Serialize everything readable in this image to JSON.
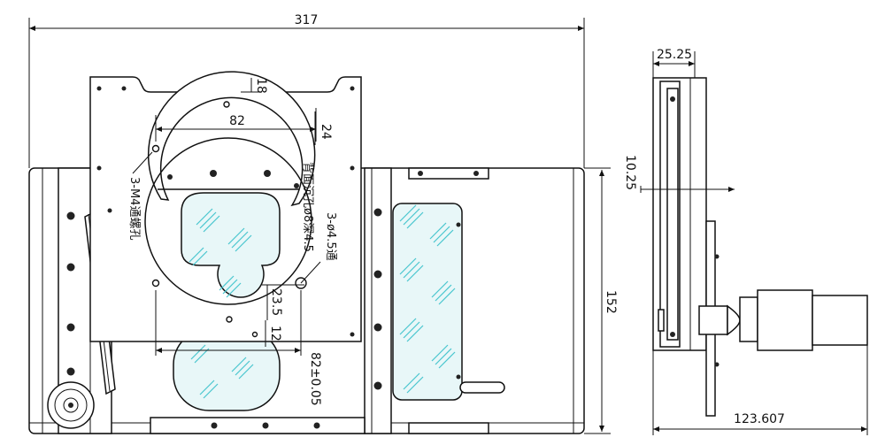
{
  "dimensions": {
    "overall_width": "317",
    "top_offset": "18",
    "hole_spacing_82": "82",
    "hole_offset_24": "24",
    "height_152": "152",
    "offset_23_5": "23.5",
    "offset_12": "12",
    "tolerance_82": "82±0.05",
    "side_width": "25.25",
    "side_offset": "10.25",
    "side_total": "123.607"
  },
  "annotations": {
    "tap_holes": "3-M4通螺孔",
    "counterbore": "背面沉孔ø8深4.5",
    "through_holes": "3-ø4.5通"
  },
  "colors": {
    "line": "#111111",
    "glass_hatch": "#48c6cf",
    "glass_fill": "#e8f7f8"
  }
}
